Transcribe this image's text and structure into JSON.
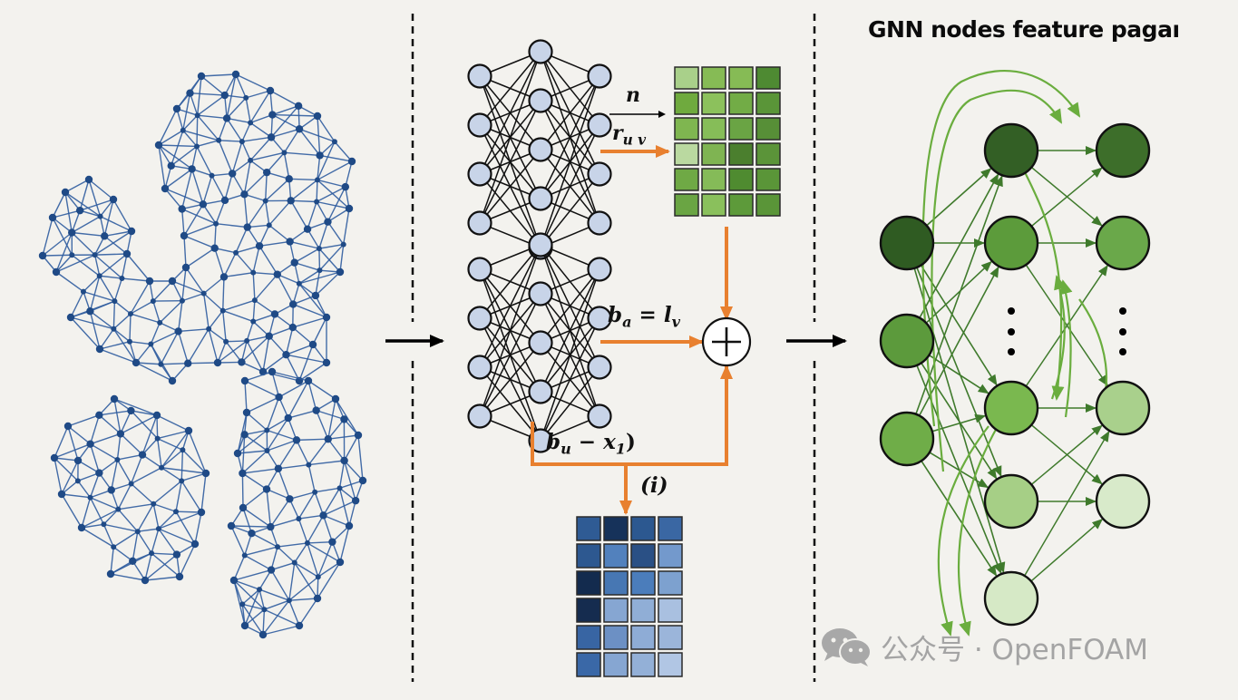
{
  "title": "GNN nodes feature pagaı",
  "panels": {
    "left": {
      "name": "mesh-graph",
      "description": "blue triangulated point-cloud meshes"
    },
    "middle": {
      "name": "neural-encoder",
      "labels": {
        "top_arrow": "n",
        "top_orange": "r",
        "top_orange_sub": "u v",
        "mid": "b",
        "mid_sub": "a",
        "mid_eq": " = ",
        "mid_rhs": "l",
        "mid_rhs_sub": "v",
        "bottom": "b",
        "bottom_sub": "u",
        "bottom_rest": " − x",
        "bottom_rest_sub": "1",
        "bottom_close": ")",
        "down": "(i)"
      },
      "plus_symbol": "+",
      "green_matrix": [
        [
          "#a9d08a",
          "#86bb55",
          "#86bb55",
          "#4e8a32"
        ],
        [
          "#6faa3e",
          "#8cc15c",
          "#72ac46",
          "#5a9538"
        ],
        [
          "#7fb650",
          "#86bd58",
          "#6aa444",
          "#578f37"
        ],
        [
          "#bad9a0",
          "#7fb452",
          "#4b7f2e",
          "#5b9439"
        ],
        [
          "#6fa945",
          "#85bb58",
          "#4f8b30",
          "#5a9538"
        ],
        [
          "#6aa543",
          "#8ac05c",
          "#5d9a3a",
          "#5a9538"
        ]
      ],
      "blue_matrix": [
        [
          "#2f5b94",
          "#16325a",
          "#2c5890",
          "#3a67a3"
        ],
        [
          "#2d5890",
          "#5281bd",
          "#2a5085",
          "#7399cc"
        ],
        [
          "#132b4e",
          "#4777b3",
          "#4b7dbb",
          "#7da1cf"
        ],
        [
          "#152c4f",
          "#86a6d2",
          "#90aed6",
          "#a9c0e0"
        ],
        [
          "#3865a3",
          "#6c90c4",
          "#8eacd6",
          "#9bb5da"
        ],
        [
          "#3a68a7",
          "#86a6d2",
          "#93b0d7",
          "#b1c6e4"
        ]
      ],
      "colors": {
        "orange": "#e8802f",
        "nn_node": "#c8d4e8"
      }
    },
    "right": {
      "name": "gnn-propagation",
      "node_colors": {
        "col1": [
          "#2f5b22",
          "#5c9a3c",
          "#6fad48"
        ],
        "col2": [
          "#335f25",
          "#5c9b3b",
          "#7ab84f",
          "#a6cf86",
          "#d6e9c6"
        ],
        "col3": [
          "#3d6e2a",
          "#6aa84a",
          "#a9d08c",
          "#d8eaca"
        ]
      },
      "edge_color": "#3f7a2c",
      "curve_color": "#6aad3e"
    }
  },
  "watermark": {
    "icon": "wechat-icon",
    "text": "公众号 · OpenFOAM"
  }
}
